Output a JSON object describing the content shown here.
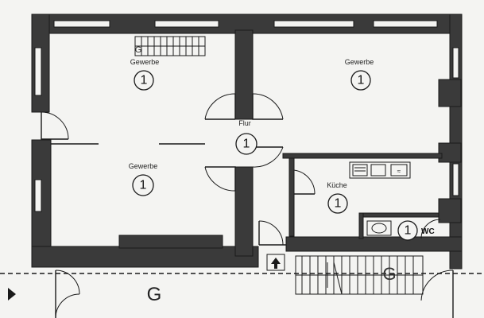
{
  "rooms": {
    "gewerbe_top_left": {
      "label": "Gewerbe",
      "stair_letter": "G",
      "number": "1"
    },
    "gewerbe_top_right": {
      "label": "Gewerbe",
      "number": "1"
    },
    "flur": {
      "label": "Flur",
      "number": "1"
    },
    "gewerbe_bottom_left": {
      "label": "Gewerbe",
      "number": "1"
    },
    "kueche": {
      "label": "Küche",
      "number": "1"
    },
    "wc": {
      "label": "WC",
      "number": "1"
    }
  },
  "outside": {
    "left_label": "G",
    "stair_label": "G"
  },
  "colors": {
    "wall": "#3a3a3a",
    "paper": "#f4f4f2",
    "ink": "#1a1a1a"
  }
}
